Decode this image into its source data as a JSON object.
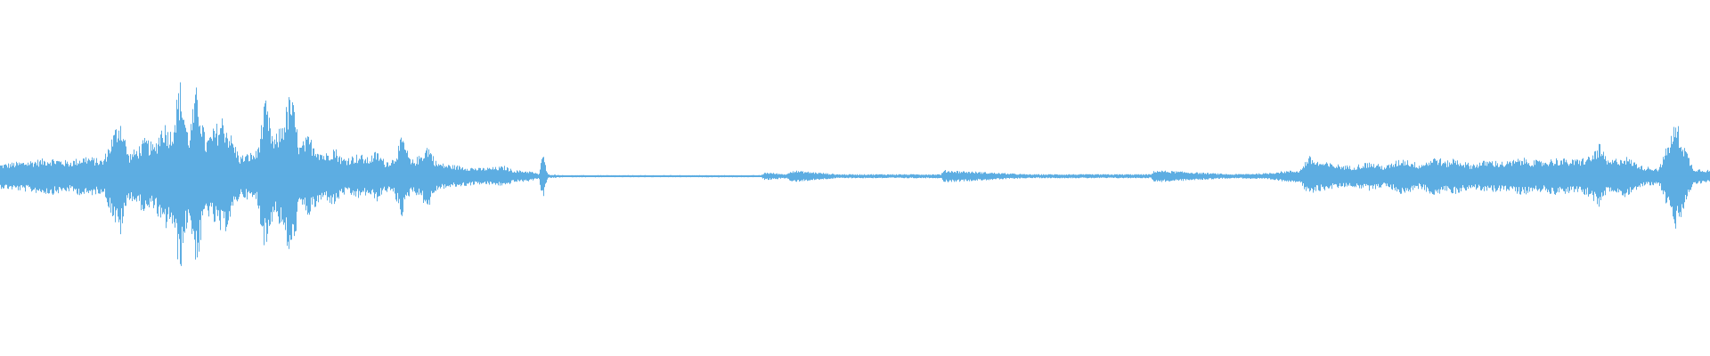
{
  "waveform": {
    "color": "#5dade2",
    "background": "#ffffff",
    "envelope": [
      [
        0.0,
        0.12
      ],
      [
        0.01,
        0.14
      ],
      [
        0.02,
        0.16
      ],
      [
        0.03,
        0.18
      ],
      [
        0.04,
        0.15
      ],
      [
        0.05,
        0.2
      ],
      [
        0.06,
        0.16
      ],
      [
        0.07,
        0.6
      ],
      [
        0.075,
        0.22
      ],
      [
        0.08,
        0.28
      ],
      [
        0.085,
        0.38
      ],
      [
        0.09,
        0.3
      ],
      [
        0.095,
        0.55
      ],
      [
        0.1,
        0.45
      ],
      [
        0.105,
        0.95
      ],
      [
        0.11,
        0.4
      ],
      [
        0.115,
        0.9
      ],
      [
        0.12,
        0.35
      ],
      [
        0.13,
        0.6
      ],
      [
        0.14,
        0.2
      ],
      [
        0.15,
        0.25
      ],
      [
        0.155,
        0.75
      ],
      [
        0.16,
        0.35
      ],
      [
        0.165,
        0.55
      ],
      [
        0.17,
        0.85
      ],
      [
        0.175,
        0.3
      ],
      [
        0.18,
        0.4
      ],
      [
        0.185,
        0.3
      ],
      [
        0.19,
        0.22
      ],
      [
        0.195,
        0.3
      ],
      [
        0.2,
        0.18
      ],
      [
        0.21,
        0.22
      ],
      [
        0.215,
        0.18
      ],
      [
        0.22,
        0.25
      ],
      [
        0.225,
        0.15
      ],
      [
        0.23,
        0.18
      ],
      [
        0.235,
        0.4
      ],
      [
        0.24,
        0.15
      ],
      [
        0.245,
        0.2
      ],
      [
        0.25,
        0.32
      ],
      [
        0.255,
        0.14
      ],
      [
        0.26,
        0.12
      ],
      [
        0.27,
        0.1
      ],
      [
        0.28,
        0.08
      ],
      [
        0.29,
        0.09
      ],
      [
        0.295,
        0.1
      ],
      [
        0.3,
        0.06
      ],
      [
        0.31,
        0.05
      ],
      [
        0.315,
        0.02
      ],
      [
        0.317,
        0.25
      ],
      [
        0.32,
        0.02
      ],
      [
        0.33,
        0.01
      ],
      [
        0.4,
        0.01
      ],
      [
        0.445,
        0.01
      ],
      [
        0.447,
        0.04
      ],
      [
        0.46,
        0.02
      ],
      [
        0.462,
        0.06
      ],
      [
        0.49,
        0.02
      ],
      [
        0.55,
        0.02
      ],
      [
        0.552,
        0.06
      ],
      [
        0.6,
        0.02
      ],
      [
        0.673,
        0.02
      ],
      [
        0.675,
        0.06
      ],
      [
        0.72,
        0.02
      ],
      [
        0.74,
        0.03
      ],
      [
        0.75,
        0.05
      ],
      [
        0.76,
        0.06
      ],
      [
        0.765,
        0.2
      ],
      [
        0.77,
        0.15
      ],
      [
        0.78,
        0.12
      ],
      [
        0.79,
        0.1
      ],
      [
        0.8,
        0.14
      ],
      [
        0.81,
        0.1
      ],
      [
        0.82,
        0.18
      ],
      [
        0.83,
        0.12
      ],
      [
        0.84,
        0.2
      ],
      [
        0.845,
        0.14
      ],
      [
        0.85,
        0.18
      ],
      [
        0.86,
        0.12
      ],
      [
        0.87,
        0.16
      ],
      [
        0.88,
        0.14
      ],
      [
        0.89,
        0.18
      ],
      [
        0.9,
        0.15
      ],
      [
        0.91,
        0.18
      ],
      [
        0.92,
        0.16
      ],
      [
        0.93,
        0.2
      ],
      [
        0.935,
        0.32
      ],
      [
        0.94,
        0.15
      ],
      [
        0.95,
        0.2
      ],
      [
        0.96,
        0.1
      ],
      [
        0.97,
        0.08
      ],
      [
        0.98,
        0.55
      ],
      [
        0.985,
        0.3
      ],
      [
        0.99,
        0.08
      ],
      [
        1.0,
        0.06
      ]
    ]
  }
}
